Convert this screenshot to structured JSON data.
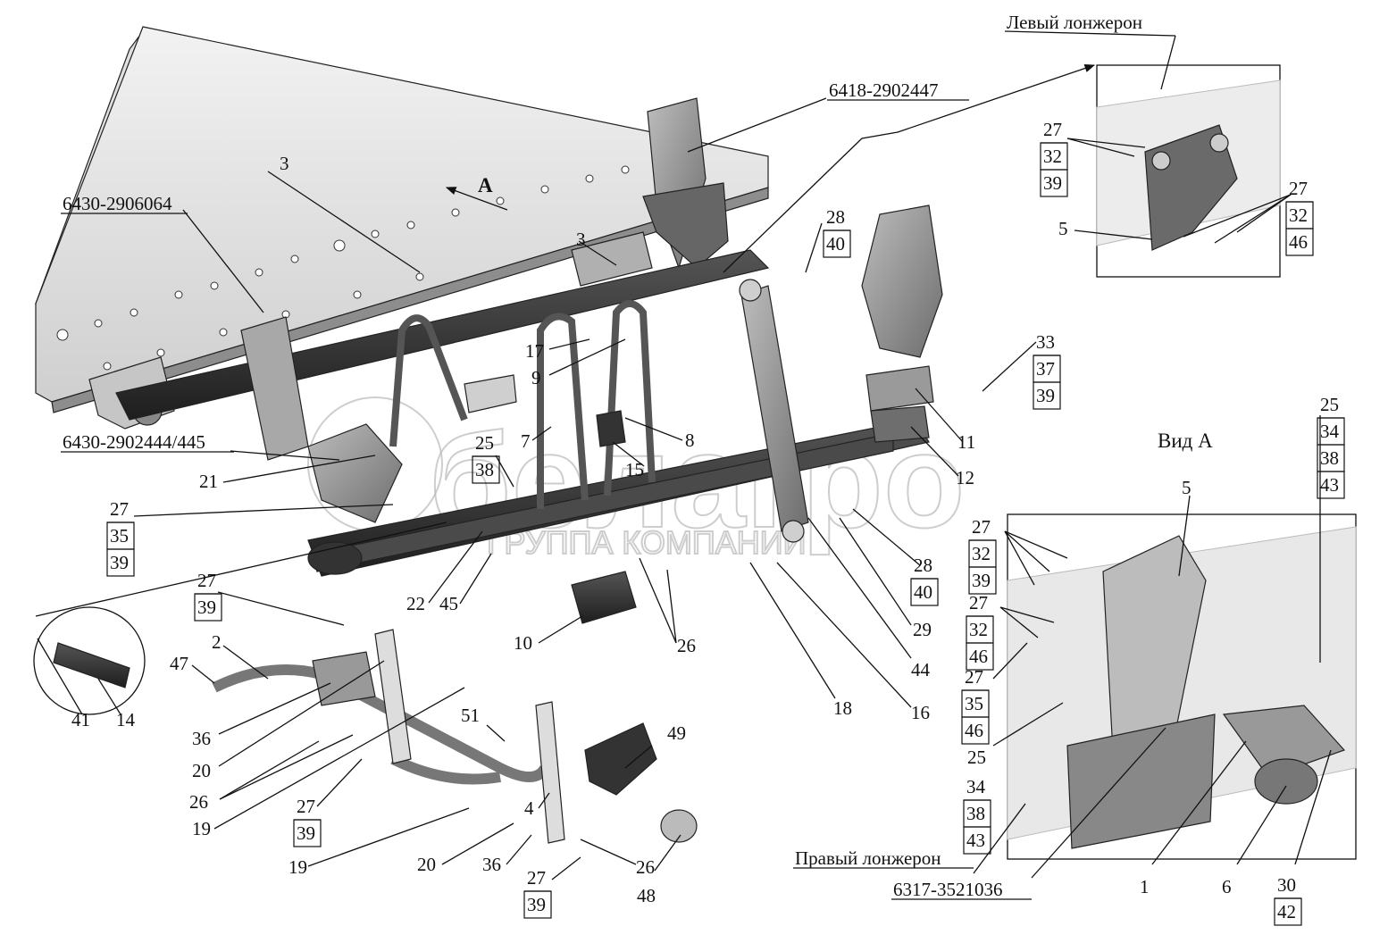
{
  "title_left_spar": "Левый лонжерон",
  "title_right_spar": "Правый лонжерон",
  "view_a_title": "Вид А",
  "arrow_label": "A",
  "watermark": {
    "brand": "белагро",
    "subtitle": "ГРУППА КОМПАНИЙ"
  },
  "part_numbers": {
    "p6418": "6418-2902447",
    "p6430_064": "6430-2906064",
    "p6430_444": "6430-2902444/445",
    "p6317": "6317-3521036"
  },
  "callouts": {
    "c3a": "3",
    "c3b": "3",
    "c17": "17",
    "c9": "9",
    "c7": "7",
    "c8": "8",
    "c15": "15",
    "c11": "11",
    "c12": "12",
    "c21": "21",
    "c22": "22",
    "c45": "45",
    "c10": "10",
    "c26a": "26",
    "c18": "18",
    "c16": "16",
    "c44": "44",
    "c29": "29",
    "c2": "2",
    "c47": "47",
    "c36a": "36",
    "c20a": "20",
    "c26b": "26",
    "c19a": "19",
    "c51": "51",
    "c49": "49",
    "c4": "4",
    "c19b": "19",
    "c20b": "20",
    "c36b": "36",
    "c26c": "26",
    "c48": "48",
    "c41": "41",
    "c14": "14",
    "c5a": "5",
    "c5b": "5",
    "c25": "25",
    "c1": "1",
    "c6": "6"
  },
  "stacks": {
    "s28_40a": [
      "28",
      "40"
    ],
    "s28_40b": [
      "28",
      "40"
    ],
    "s33_37_39": [
      "33",
      "37",
      "39"
    ],
    "s25_38": [
      "25",
      "38"
    ],
    "s27_35_39": [
      "27",
      "35",
      "39"
    ],
    "s27_39a": [
      "27",
      "39"
    ],
    "s27_39b": [
      "27",
      "39"
    ],
    "s27_39c": [
      "27",
      "39"
    ],
    "s27_32_39a": [
      "27",
      "32",
      "39"
    ],
    "s27_32_46a": [
      "27",
      "32",
      "46"
    ],
    "s25_34_38_43a": [
      "25",
      "34",
      "38",
      "43"
    ],
    "s27_32_39b": [
      "27",
      "32",
      "39"
    ],
    "s27_32_46b": [
      "27",
      "32",
      "46"
    ],
    "s27_35_46": [
      "27",
      "35",
      "46"
    ],
    "s34_38_43": [
      "34",
      "38",
      "43"
    ],
    "s30_42": [
      "30",
      "42"
    ]
  }
}
